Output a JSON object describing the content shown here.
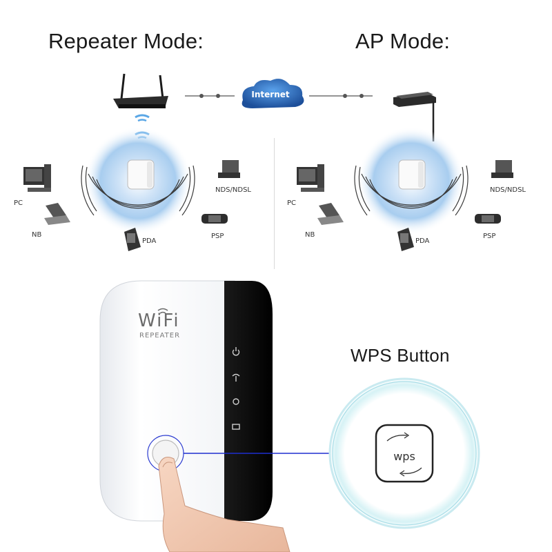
{
  "titles": {
    "repeater_mode": "Repeater Mode:",
    "ap_mode": "AP Mode:",
    "wps_button": "WPS Button"
  },
  "internet_label": "Internet",
  "devices": {
    "pc": "PC",
    "nb": "NB",
    "pda": "PDA",
    "nds": "NDS/NDSL",
    "psp": "PSP"
  },
  "product": {
    "brand": "WiFi",
    "subtitle": "REPEATER",
    "wps_label": "wps"
  },
  "colors": {
    "glow": "#9fc8f0",
    "connector": "#1e2fd0",
    "device_dark": "#1b1b1b",
    "cloud": "#2a64b8"
  }
}
